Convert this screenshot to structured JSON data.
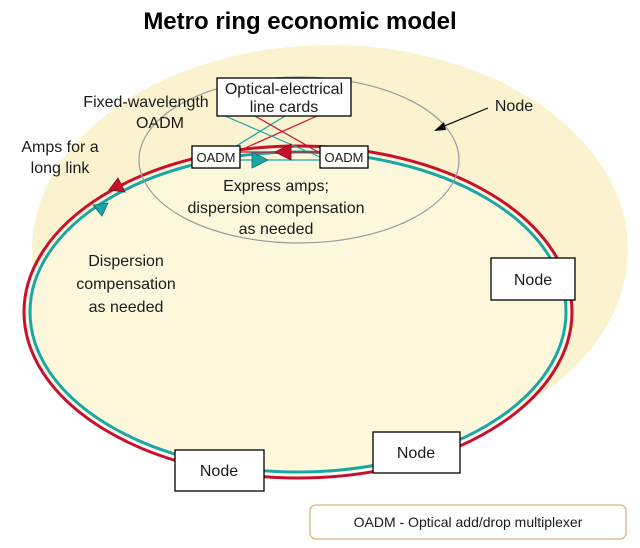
{
  "title": "Metro ring economic model",
  "labels": {
    "card_line1": "Optical-electrical",
    "card_line2": "line cards",
    "fixed_line1": "Fixed-wavelength",
    "fixed_line2": "OADM",
    "amps_line1": "Amps for a",
    "amps_line2": "long link",
    "express_line1": "Express amps;",
    "express_line2": "dispersion compensation",
    "express_line3": "as needed",
    "disp_line1": "Dispersion",
    "disp_line2": "compensation",
    "disp_line3": "as needed",
    "node_callout": "Node"
  },
  "oadm_boxes": [
    "OADM",
    "OADM"
  ],
  "nodes": [
    "Node",
    "Node",
    "Node"
  ],
  "legend": "OADM - Optical add/drop multiplexer",
  "colors": {
    "ring_red": "#c8102e",
    "ring_teal": "#1aa6a6",
    "ring_fill": "#fdf8dc",
    "glow": "#fbf3cf",
    "callout_ellipse": "#9a9a9a",
    "legend_border": "#d9b27a"
  }
}
